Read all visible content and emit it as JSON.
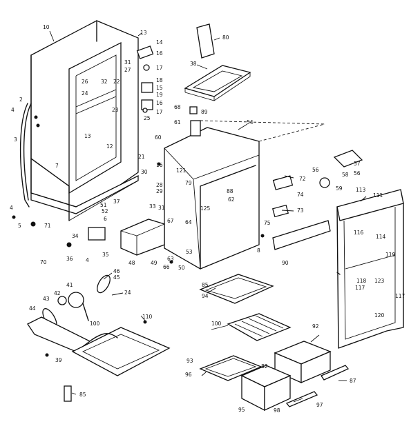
{
  "labels": [
    {
      "id": "l10",
      "text": "10"
    },
    {
      "id": "l13a",
      "text": "13"
    },
    {
      "id": "l14",
      "text": "14"
    },
    {
      "id": "l16a",
      "text": "16"
    },
    {
      "id": "l17a",
      "text": "17"
    },
    {
      "id": "l18",
      "text": "18"
    },
    {
      "id": "l15",
      "text": "15"
    },
    {
      "id": "l19",
      "text": "19"
    },
    {
      "id": "l16b",
      "text": "16"
    },
    {
      "id": "l17b",
      "text": "17"
    },
    {
      "id": "l25",
      "text": "25"
    },
    {
      "id": "l80",
      "text": "80"
    },
    {
      "id": "l38",
      "text": "38"
    },
    {
      "id": "l2",
      "text": "2"
    },
    {
      "id": "l4a",
      "text": "4"
    },
    {
      "id": "l3",
      "text": "3"
    },
    {
      "id": "l26",
      "text": "26"
    },
    {
      "id": "l32",
      "text": "32"
    },
    {
      "id": "l22",
      "text": "22"
    },
    {
      "id": "l27",
      "text": "27"
    },
    {
      "id": "l31",
      "text": "31"
    },
    {
      "id": "l24",
      "text": "24"
    },
    {
      "id": "l23",
      "text": "23"
    },
    {
      "id": "l7a",
      "text": "7"
    },
    {
      "id": "l13b",
      "text": "13"
    },
    {
      "id": "l12",
      "text": "12"
    },
    {
      "id": "l68",
      "text": "68"
    },
    {
      "id": "l89",
      "text": "89"
    },
    {
      "id": "l61",
      "text": "61"
    },
    {
      "id": "l54",
      "text": "54"
    },
    {
      "id": "l60",
      "text": "60"
    },
    {
      "id": "l21",
      "text": "21"
    },
    {
      "id": "l16c",
      "text": "16"
    },
    {
      "id": "l30",
      "text": "30"
    },
    {
      "id": "l28",
      "text": "28"
    },
    {
      "id": "l29",
      "text": "29"
    },
    {
      "id": "l33",
      "text": "33"
    },
    {
      "id": "l31b",
      "text": "31"
    },
    {
      "id": "l37",
      "text": "37"
    },
    {
      "id": "l121",
      "text": "121"
    },
    {
      "id": "l79",
      "text": "79"
    },
    {
      "id": "l88",
      "text": "88"
    },
    {
      "id": "l62",
      "text": "62"
    },
    {
      "id": "l125",
      "text": "125"
    },
    {
      "id": "l67",
      "text": "67"
    },
    {
      "id": "l64",
      "text": "64"
    },
    {
      "id": "l57",
      "text": "57"
    },
    {
      "id": "l56a",
      "text": "56"
    },
    {
      "id": "l56b",
      "text": "56"
    },
    {
      "id": "l58",
      "text": "58"
    },
    {
      "id": "l59",
      "text": "59"
    },
    {
      "id": "l72",
      "text": "72"
    },
    {
      "id": "l74",
      "text": "74"
    },
    {
      "id": "l73",
      "text": "73"
    },
    {
      "id": "l75",
      "text": "75"
    },
    {
      "id": "l113",
      "text": "113"
    },
    {
      "id": "l111",
      "text": "111"
    },
    {
      "id": "l4b",
      "text": "4"
    },
    {
      "id": "l51",
      "text": "51"
    },
    {
      "id": "l52",
      "text": "52"
    },
    {
      "id": "l5",
      "text": "5"
    },
    {
      "id": "l71",
      "text": "71"
    },
    {
      "id": "l6",
      "text": "6"
    },
    {
      "id": "l34",
      "text": "34"
    },
    {
      "id": "l70",
      "text": "70"
    },
    {
      "id": "l36",
      "text": "36"
    },
    {
      "id": "l4c",
      "text": "4"
    },
    {
      "id": "l35",
      "text": "35"
    },
    {
      "id": "l48",
      "text": "48"
    },
    {
      "id": "l49",
      "text": "49"
    },
    {
      "id": "l66",
      "text": "66"
    },
    {
      "id": "l63",
      "text": "63"
    },
    {
      "id": "l50",
      "text": "50"
    },
    {
      "id": "l53",
      "text": "53"
    },
    {
      "id": "l8",
      "text": "8"
    },
    {
      "id": "l90",
      "text": "90"
    },
    {
      "id": "l116",
      "text": "116"
    },
    {
      "id": "l114",
      "text": "114"
    },
    {
      "id": "l119",
      "text": "119"
    },
    {
      "id": "l123",
      "text": "123"
    },
    {
      "id": "l118",
      "text": "118"
    },
    {
      "id": "l117a",
      "text": "117"
    },
    {
      "id": "l117b",
      "text": "117"
    },
    {
      "id": "l120",
      "text": "120"
    },
    {
      "id": "l46",
      "text": "46"
    },
    {
      "id": "l45",
      "text": "45"
    },
    {
      "id": "l41",
      "text": "41"
    },
    {
      "id": "l42",
      "text": "42"
    },
    {
      "id": "l43",
      "text": "43"
    },
    {
      "id": "l44",
      "text": "44"
    },
    {
      "id": "l24b",
      "text": "24"
    },
    {
      "id": "l39",
      "text": "39"
    },
    {
      "id": "l100a",
      "text": "100"
    },
    {
      "id": "l110",
      "text": "110"
    },
    {
      "id": "l85a",
      "text": "85"
    },
    {
      "id": "l94",
      "text": "94"
    },
    {
      "id": "l100b",
      "text": "100"
    },
    {
      "id": "l92",
      "text": "92"
    },
    {
      "id": "l93",
      "text": "93"
    },
    {
      "id": "l82",
      "text": "82"
    },
    {
      "id": "l96",
      "text": "96"
    },
    {
      "id": "l87",
      "text": "87"
    },
    {
      "id": "l95",
      "text": "95"
    },
    {
      "id": "l98",
      "text": "98"
    },
    {
      "id": "l97",
      "text": "97"
    },
    {
      "id": "l85b",
      "text": "85"
    }
  ]
}
